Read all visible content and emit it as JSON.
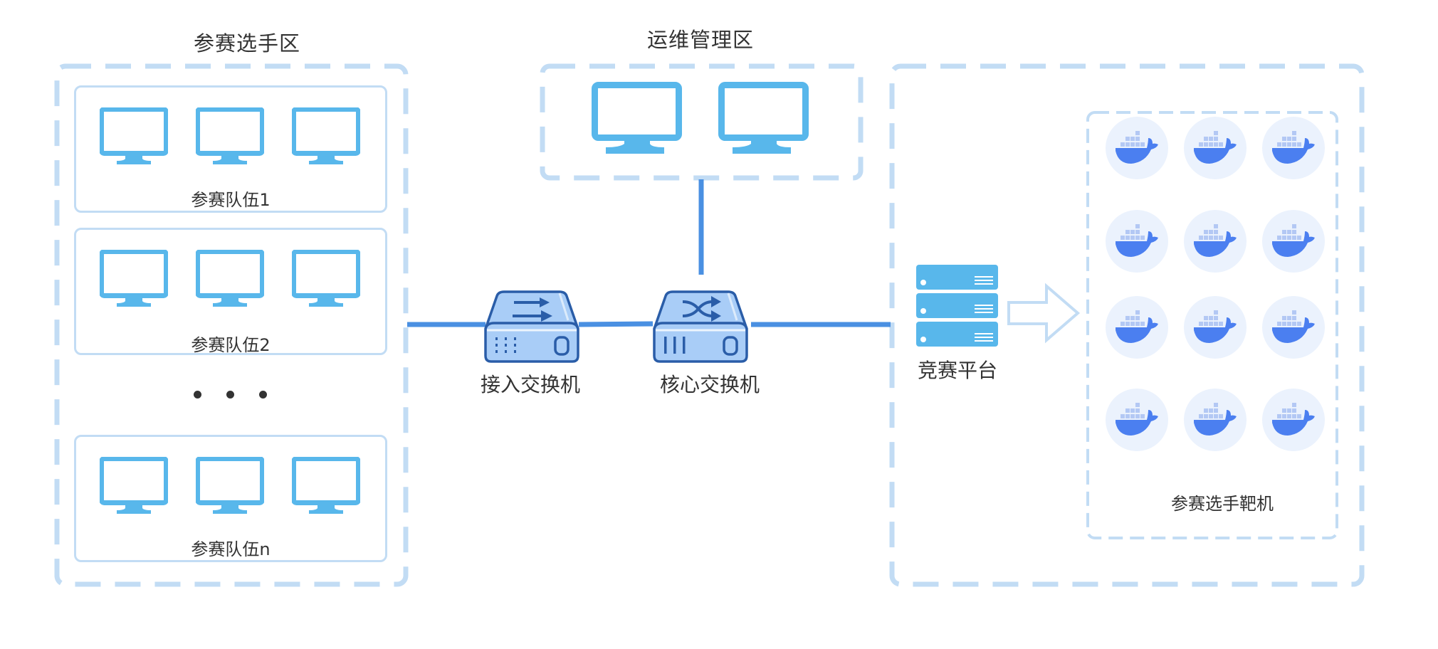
{
  "zones": {
    "participant_zone": {
      "title": "参赛选手区"
    },
    "ops_zone": {
      "title": "运维管理区"
    }
  },
  "teams": [
    {
      "label": "参赛队伍1",
      "computers": 3
    },
    {
      "label": "参赛队伍2",
      "computers": 3
    },
    {
      "label": "参赛队伍n",
      "computers": 3
    }
  ],
  "ellipsis": "• • •",
  "ops_computers": 2,
  "devices": {
    "access_switch": {
      "label": "接入交换机",
      "icon": "switch-arrows-icon"
    },
    "core_switch": {
      "label": "核心交换机",
      "icon": "switch-shuffle-icon"
    },
    "platform": {
      "label": "竞赛平台",
      "icon": "server-rack-icon"
    }
  },
  "targets": {
    "label": "参赛选手靶机",
    "rows": 4,
    "cols": 3,
    "icon": "docker-container-icon"
  },
  "colors": {
    "dash_border": "#c2dcf4",
    "monitor": "#58b7eb",
    "link_line": "#4a90e2",
    "switch_fill": "#a9cdf7",
    "switch_stroke": "#2a5da8",
    "server": "#58b7eb",
    "docker_bg": "#ebf2fd",
    "docker_whale": "#4b7ff0",
    "docker_box": "#b3c8f4",
    "text": "#333333"
  }
}
